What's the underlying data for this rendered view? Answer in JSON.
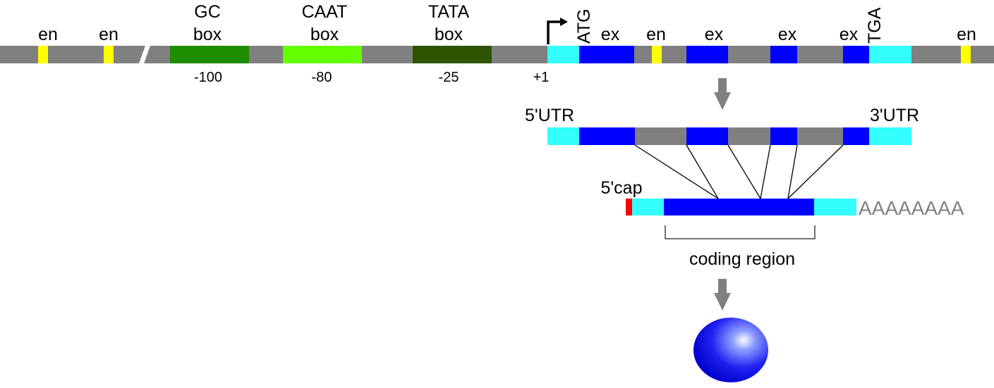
{
  "colors": {
    "intron": "#808080",
    "enhancer": "#ffff00",
    "gc_box": "#1e8c00",
    "caat_box": "#66ff00",
    "tata_box": "#2d5500",
    "utr": "#33ffff",
    "exon": "#0000ff",
    "cap": "#ff0000",
    "arrow": "#808080",
    "protein": "#2222ee"
  },
  "gene": {
    "enhancer_label": "en",
    "exon_label": "ex",
    "gc_box": {
      "line1": "GC",
      "line2": "box",
      "position": "-100"
    },
    "caat_box": {
      "line1": "CAAT",
      "line2": "box",
      "position": "-80"
    },
    "tata_box": {
      "line1": "TATA",
      "line2": "box",
      "position": "-25"
    },
    "start_position": "+1",
    "start_codon": "ATG",
    "stop_codon": "TGA"
  },
  "transcript": {
    "utr5_label": "5'UTR",
    "utr3_label": "3'UTR"
  },
  "mrna": {
    "cap_label": "5'cap",
    "polya_tail": "AAAAAAAA",
    "coding_region_label": "coding region"
  },
  "icons": {
    "tss": "transcription-start-arrow-icon",
    "step": "down-arrow-icon",
    "protein": "protein-sphere-icon"
  }
}
